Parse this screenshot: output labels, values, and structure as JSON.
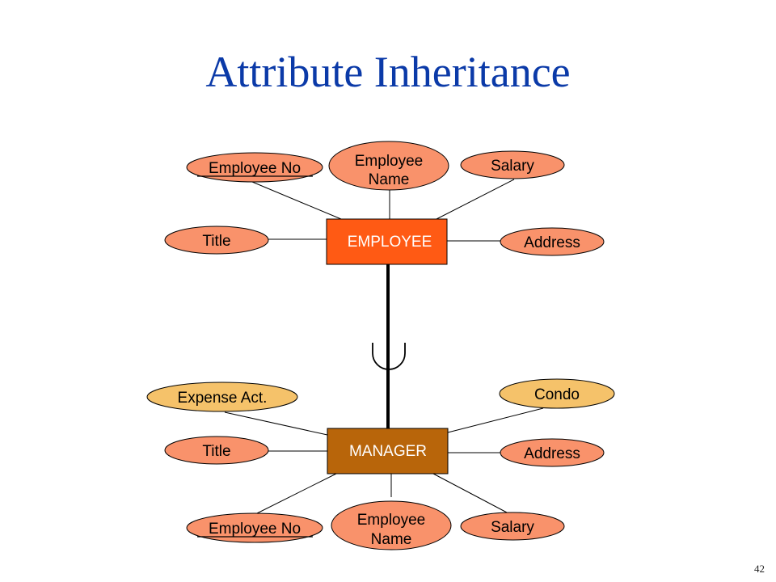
{
  "slide": {
    "title": "Attribute Inheritance",
    "page_number": "42"
  },
  "colors": {
    "title": "#0b3aa8",
    "employee_entity": "#ff5a14",
    "manager_entity": "#b8650a",
    "attribute_fill": "#f9926b",
    "new_attribute_fill": "#f5c26a",
    "line": "#000000"
  },
  "employee": {
    "label": "EMPLOYEE",
    "attributes": {
      "employee_no": "Employee No",
      "employee_name_line1": "Employee",
      "employee_name_line2": "Name",
      "salary": "Salary",
      "title": "Title",
      "address": "Address"
    }
  },
  "manager": {
    "label": "MANAGER",
    "attributes": {
      "expense_act": "Expense Act.",
      "condo": "Condo",
      "title": "Title",
      "address": "Address",
      "employee_no": "Employee No",
      "employee_name_line1": "Employee",
      "employee_name_line2": "Name",
      "salary": "Salary"
    }
  },
  "relationship": {
    "type": "subclass-of",
    "symbol": "subset-icon"
  }
}
